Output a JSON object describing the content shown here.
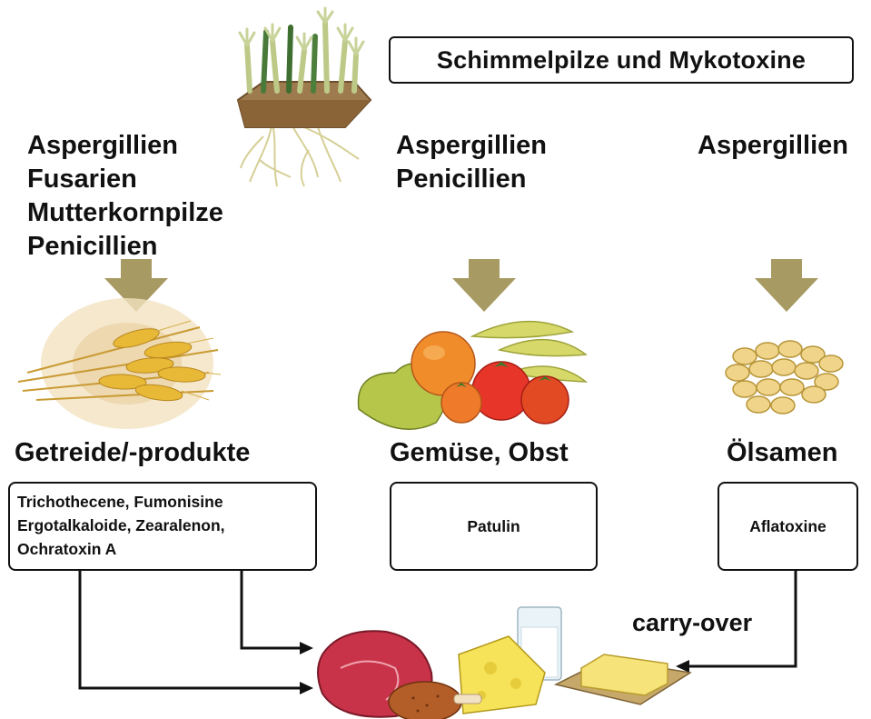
{
  "title": "Schimmelpilze und Mykotoxine",
  "columns": [
    {
      "sources": [
        "Aspergillien",
        "Fusarien",
        "Mutterkornpilze",
        "Penicillien"
      ],
      "food": "Getreide/-produkte",
      "toxins": [
        "Trichothecene, Fumonisine",
        "Ergotalkaloide, Zearalenon,",
        "Ochratoxin A"
      ]
    },
    {
      "sources": [
        "Aspergillien",
        "Penicillien"
      ],
      "food": "Gemüse, Obst",
      "toxins": [
        "Patulin"
      ]
    },
    {
      "sources": [
        "Aspergillien"
      ],
      "food": "Ölsamen",
      "toxins": [
        "Aflatoxine"
      ]
    }
  ],
  "carry_over_label": "carry-over",
  "colors": {
    "arrow_fill": "#a79a62",
    "line": "#111111",
    "box_border": "#111111"
  },
  "icons": {
    "mold": "mold-colony-icon",
    "grain": "wheat-icon",
    "produce": "fruit-vegetable-icon",
    "seeds": "oilseed-icon",
    "animal_products": "animal-products-icon"
  }
}
